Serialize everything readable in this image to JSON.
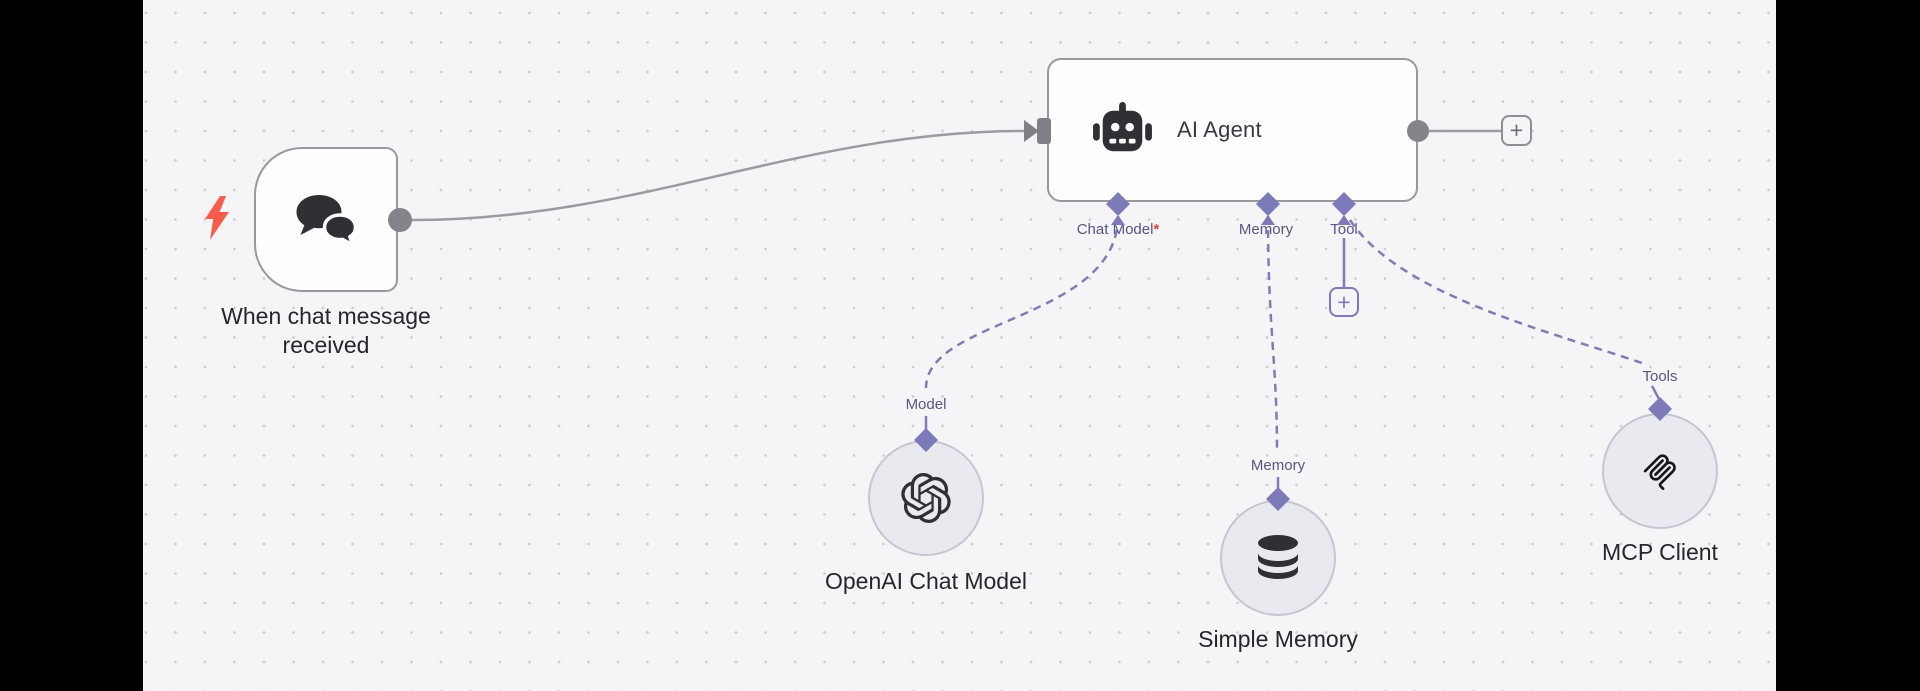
{
  "workflow": {
    "trigger": {
      "label_line1": "When chat message",
      "label_line2": "received",
      "icon": "chat-bubbles-icon",
      "badge_icon": "lightning-bolt-icon"
    },
    "agent": {
      "title": "AI Agent",
      "icon": "robot-icon",
      "ports": {
        "chat_model": {
          "label": "Chat Model",
          "required_marker": "*"
        },
        "memory": {
          "label": "Memory"
        },
        "tool": {
          "label": "Tool"
        }
      }
    },
    "subnodes": {
      "openai": {
        "title": "OpenAI Chat Model",
        "port_label": "Model",
        "icon": "openai-logo-icon"
      },
      "simple_memory": {
        "title": "Simple Memory",
        "port_label": "Memory",
        "icon": "database-icon"
      },
      "mcp": {
        "title": "MCP Client",
        "port_label": "Tools",
        "icon": "mcp-logo-icon"
      }
    },
    "buttons": {
      "add_node": "+",
      "add_tool": "+"
    }
  },
  "colors": {
    "letterbox": "#000000",
    "canvas_bg": "#f5f5f7",
    "grid_dot": "#c9c9cf",
    "node_border": "#98989f",
    "node_bg": "#fdfdfe",
    "wire_gray": "#9b9ba1",
    "connector_gray": "#84848b",
    "ai_accent_purple": "#7d7ab9",
    "port_label_purple": "#585683",
    "required_red": "#e0413f",
    "trigger_bolt_red": "#fa5c4c",
    "icon_dark": "#2f2f34",
    "subnode_fill": "#e9e9f0",
    "subnode_border": "#c6c6d2"
  }
}
